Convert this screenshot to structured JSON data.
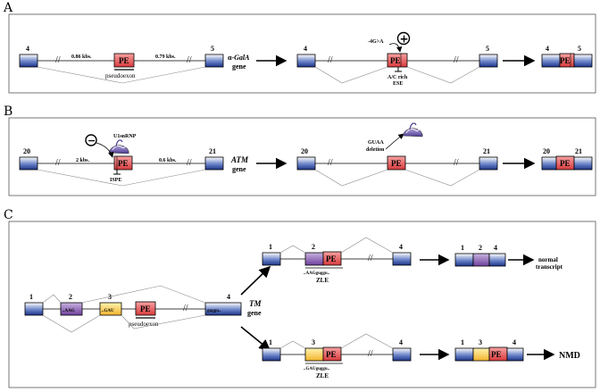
{
  "panels": {
    "A": {
      "letter": "A",
      "exon_left": "4",
      "exon_right": "5",
      "pe_label": "PE",
      "intron_left_len": "0.86 kbs.",
      "intron_right_len": "0.79 kbs.",
      "pseudoexon_label": "pseudoexon",
      "gene_prefix": "α-",
      "gene_name": "GalA",
      "gene_word": "gene",
      "mutation": "-4G>A",
      "plus_symbol": "+",
      "ese_line1": "A/C rich",
      "ese_line2": "ESE",
      "result_left": "4",
      "result_right": "5"
    },
    "B": {
      "letter": "B",
      "exon_left": "20",
      "exon_right": "21",
      "pe_label": "PE",
      "intron_left_len": "2 kbs.",
      "intron_right_len": "0.6 kbs.",
      "snrnp_label": "U1snRNP",
      "minus_symbol": "−",
      "ispe_label": "ISPE",
      "gene_name": "ATM",
      "gene_word": "gene",
      "deletion_line1": "GUAA",
      "deletion_line2": "deletion",
      "result_left": "20",
      "result_right": "21"
    },
    "C": {
      "letter": "C",
      "exon1": "1",
      "exon2": "2",
      "exon3": "3",
      "exon4": "4",
      "seq_aag": "..AAG",
      "seq_gau": "..GAU",
      "seq_guggu": "guggu..",
      "pe_label": "PE",
      "pseudoexon_label": "pseudoexon",
      "gene_name": "TM",
      "gene_word": "gene",
      "zle_top_seq": "..AAGguggu..",
      "zle_bottom_seq": "..GAUguggu..",
      "zle_label": "ZLE",
      "normal_line1": "normal",
      "normal_line2": "transcript",
      "nmd_label": "NMD"
    }
  },
  "colors": {
    "exon_blue": "#2e4a9a",
    "pe_red": "#e0484a",
    "purple": "#8a5cb0",
    "yellow": "#f0c040"
  }
}
